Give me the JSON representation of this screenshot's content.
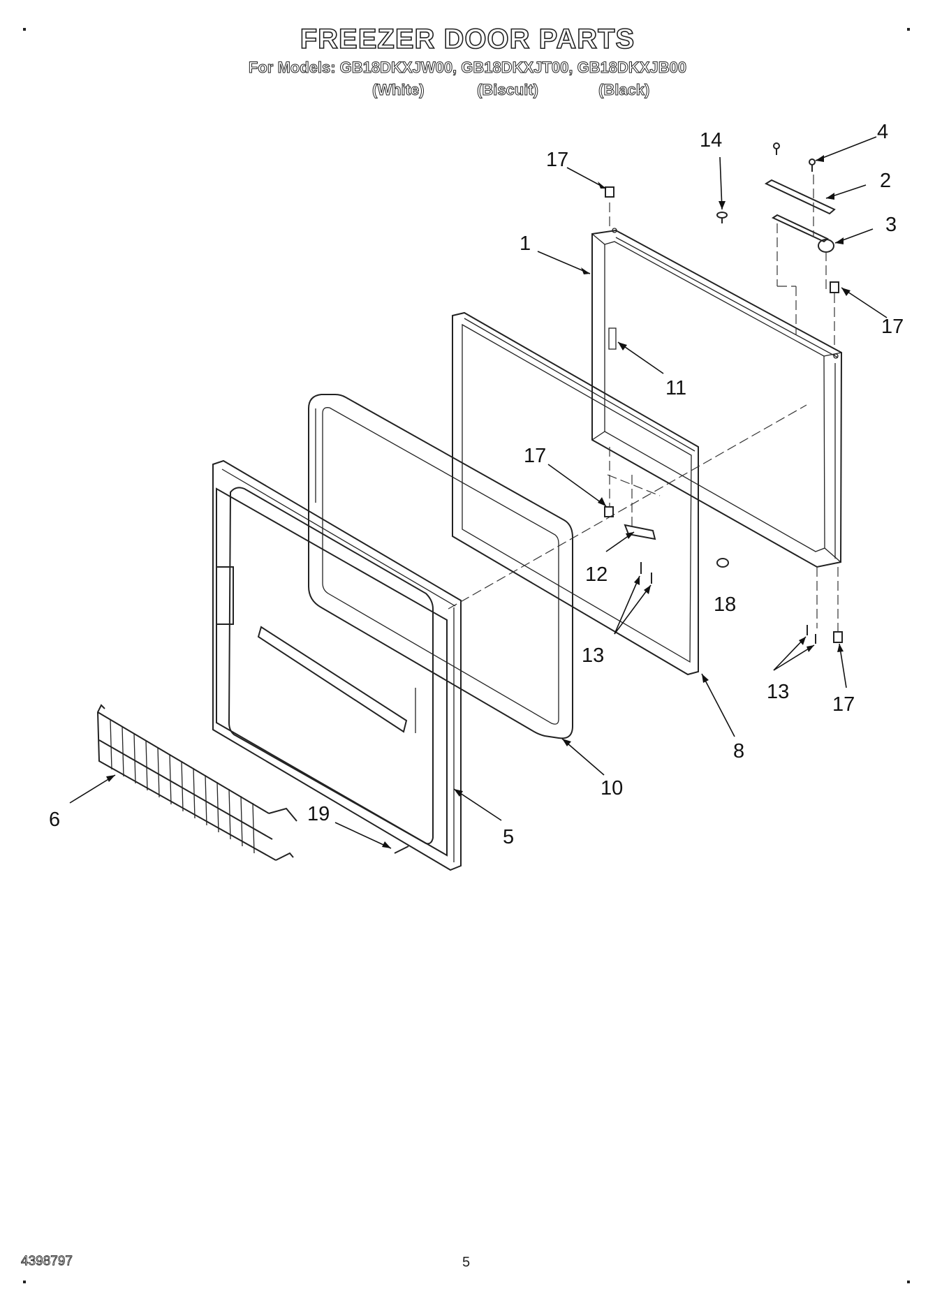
{
  "header": {
    "title": "FREEZER DOOR PARTS",
    "models_line": "For Models: GB18DKXJW00, GB18DKXJT00, GB18DKXJB00",
    "color_white": "(White)",
    "color_biscuit": "(Biscuit)",
    "color_black": "(Black)"
  },
  "callouts": {
    "c1": "1",
    "c2": "2",
    "c3": "3",
    "c4": "4",
    "c5": "5",
    "c6": "6",
    "c8": "8",
    "c10": "10",
    "c11": "11",
    "c12": "12",
    "c13a": "13",
    "c13b": "13",
    "c14": "14",
    "c17a": "17",
    "c17b": "17",
    "c17c": "17",
    "c17d": "17",
    "c18": "18",
    "c19": "19"
  },
  "footer": {
    "doc_number": "4398797",
    "page_number": "5"
  }
}
